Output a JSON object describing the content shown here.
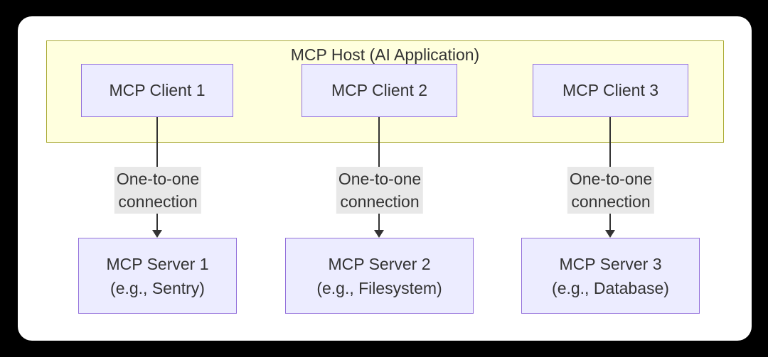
{
  "diagram": {
    "host": {
      "title": "MCP Host (AI Application)",
      "clients": [
        {
          "label": "MCP Client 1"
        },
        {
          "label": "MCP Client 2"
        },
        {
          "label": "MCP Client 3"
        }
      ]
    },
    "connections": [
      {
        "line1": "One-to-one",
        "line2": "connection"
      },
      {
        "line1": "One-to-one",
        "line2": "connection"
      },
      {
        "line1": "One-to-one",
        "line2": "connection"
      }
    ],
    "servers": [
      {
        "name": "MCP Server 1",
        "example": "(e.g., Sentry)"
      },
      {
        "name": "MCP Server 2",
        "example": "(e.g., Filesystem)"
      },
      {
        "name": "MCP Server 3",
        "example": "(e.g., Database)"
      }
    ],
    "colors": {
      "page_background": "#000000",
      "card_background": "#ffffff",
      "host_fill": "#ffffde",
      "host_border": "#aaaa33",
      "node_fill": "#ececff",
      "node_border": "#9370db",
      "edge_label_background": "#e8e8e8",
      "text": "#333333",
      "line": "#333333"
    }
  }
}
